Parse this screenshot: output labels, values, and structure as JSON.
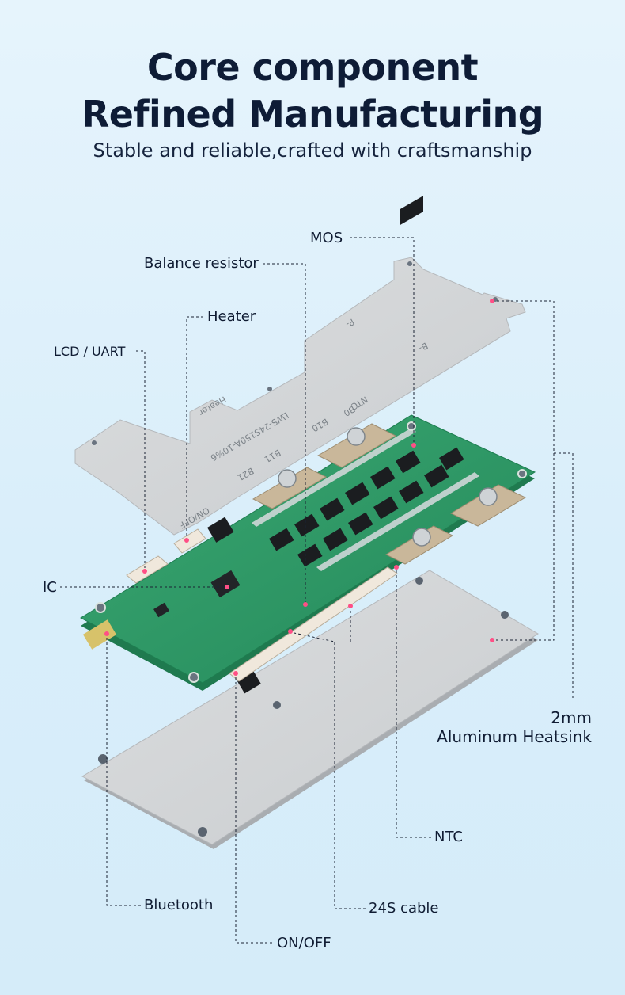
{
  "header": {
    "title_line1": "Core component",
    "title_line2": "Refined Manufacturing",
    "subtitle": "Stable and reliable,crafted with craftsmanship"
  },
  "board": {
    "top_plate_marks": [
      "P-",
      "B-",
      "Heater",
      "LWS-24S150A-10%6",
      "B21",
      "B11",
      "B10",
      "NTC",
      "B0",
      "ON/OFF"
    ]
  },
  "callouts": {
    "mos": "MOS",
    "balance_resistor": "Balance resistor",
    "heater": "Heater",
    "lcd_uart": "LCD / UART",
    "ic": "IC",
    "heatsink_thickness": "2mm",
    "heatsink_name": "Aluminum Heatsink",
    "ntc": "NTC",
    "bluetooth": "Bluetooth",
    "cable": "24S cable",
    "on_off": "ON/OFF"
  },
  "colors": {
    "background": "#dcf0fb",
    "title": "#0e1c36",
    "pcb_green": "#2e9a63",
    "heatsink_gray": "#d4d6d8",
    "marker_pink": "#ff4f86",
    "leader_line": "#1a2233"
  }
}
